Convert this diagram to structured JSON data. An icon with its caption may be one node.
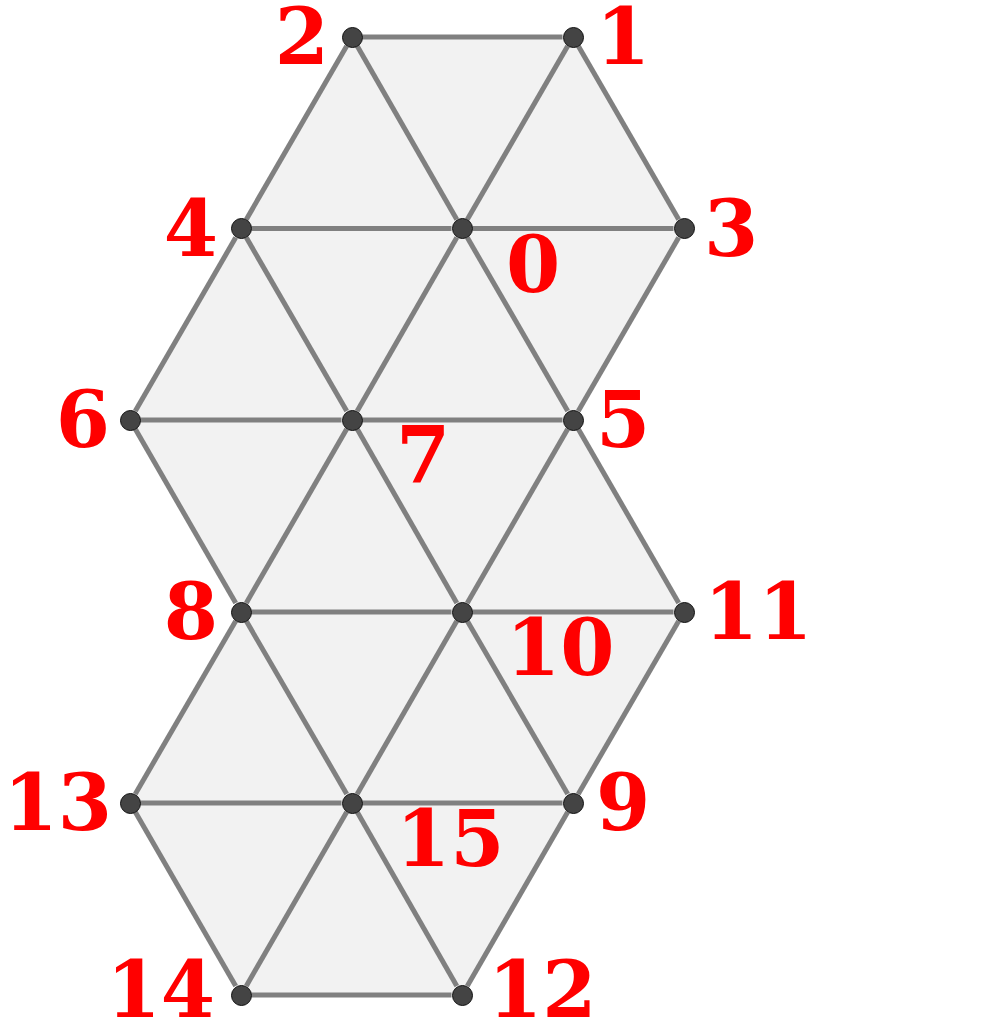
{
  "diagram": {
    "nodes": [
      {
        "text": [],
        "shape": "circle",
        "beside": [
          "2"
        ]
      },
      {
        "text": [],
        "shape": "circle",
        "beside": [
          "1"
        ]
      },
      {
        "text": [],
        "shape": "circle",
        "beside": [
          "4"
        ]
      },
      {
        "text": [],
        "shape": "circle",
        "beside": [
          "0"
        ]
      },
      {
        "text": [],
        "shape": "circle",
        "beside": [
          "3"
        ]
      },
      {
        "text": [],
        "shape": "circle",
        "beside": [
          "6"
        ]
      },
      {
        "text": [],
        "shape": "circle",
        "beside": [
          "7"
        ]
      },
      {
        "text": [],
        "shape": "circle",
        "beside": [
          "5"
        ]
      },
      {
        "text": [],
        "shape": "circle",
        "beside": [
          "8"
        ]
      },
      {
        "text": [],
        "shape": "circle",
        "beside": [
          "10"
        ]
      },
      {
        "text": [],
        "shape": "circle",
        "beside": [
          "11"
        ]
      },
      {
        "text": [],
        "shape": "circle",
        "beside": [
          "13"
        ]
      },
      {
        "text": [],
        "shape": "circle",
        "beside": [
          "15"
        ]
      },
      {
        "text": [],
        "shape": "circle",
        "beside": [
          "9"
        ]
      },
      {
        "text": [],
        "shape": "circle",
        "beside": [
          "14"
        ]
      },
      {
        "text": [],
        "shape": "circle",
        "beside": [
          "12"
        ]
      }
    ],
    "edges": [
      {
        "from": 0,
        "to": 1,
        "arrow": "none"
      },
      {
        "from": 0,
        "to": 2,
        "arrow": "none"
      },
      {
        "from": 0,
        "to": 3,
        "arrow": "none"
      },
      {
        "from": 1,
        "to": 3,
        "arrow": "none"
      },
      {
        "from": 1,
        "to": 4,
        "arrow": "none"
      },
      {
        "from": 2,
        "to": 3,
        "arrow": "none"
      },
      {
        "from": 3,
        "to": 4,
        "arrow": "none"
      },
      {
        "from": 2,
        "to": 5,
        "arrow": "none"
      },
      {
        "from": 2,
        "to": 6,
        "arrow": "none"
      },
      {
        "from": 3,
        "to": 6,
        "arrow": "none"
      },
      {
        "from": 3,
        "to": 7,
        "arrow": "none"
      },
      {
        "from": 4,
        "to": 7,
        "arrow": "none"
      },
      {
        "from": 5,
        "to": 6,
        "arrow": "none"
      },
      {
        "from": 6,
        "to": 7,
        "arrow": "none"
      },
      {
        "from": 5,
        "to": 8,
        "arrow": "none"
      },
      {
        "from": 6,
        "to": 8,
        "arrow": "none"
      },
      {
        "from": 6,
        "to": 9,
        "arrow": "none"
      },
      {
        "from": 7,
        "to": 9,
        "arrow": "none"
      },
      {
        "from": 7,
        "to": 10,
        "arrow": "none"
      },
      {
        "from": 8,
        "to": 9,
        "arrow": "none"
      },
      {
        "from": 9,
        "to": 10,
        "arrow": "none"
      },
      {
        "from": 8,
        "to": 11,
        "arrow": "none"
      },
      {
        "from": 8,
        "to": 12,
        "arrow": "none"
      },
      {
        "from": 9,
        "to": 12,
        "arrow": "none"
      },
      {
        "from": 9,
        "to": 13,
        "arrow": "none"
      },
      {
        "from": 10,
        "to": 13,
        "arrow": "none"
      },
      {
        "from": 11,
        "to": 12,
        "arrow": "none"
      },
      {
        "from": 12,
        "to": 13,
        "arrow": "none"
      },
      {
        "from": 11,
        "to": 14,
        "arrow": "none"
      },
      {
        "from": 12,
        "to": 14,
        "arrow": "none"
      },
      {
        "from": 12,
        "to": 15,
        "arrow": "none"
      },
      {
        "from": 13,
        "to": 15,
        "arrow": "none"
      },
      {
        "from": 14,
        "to": 15,
        "arrow": "none"
      }
    ]
  }
}
